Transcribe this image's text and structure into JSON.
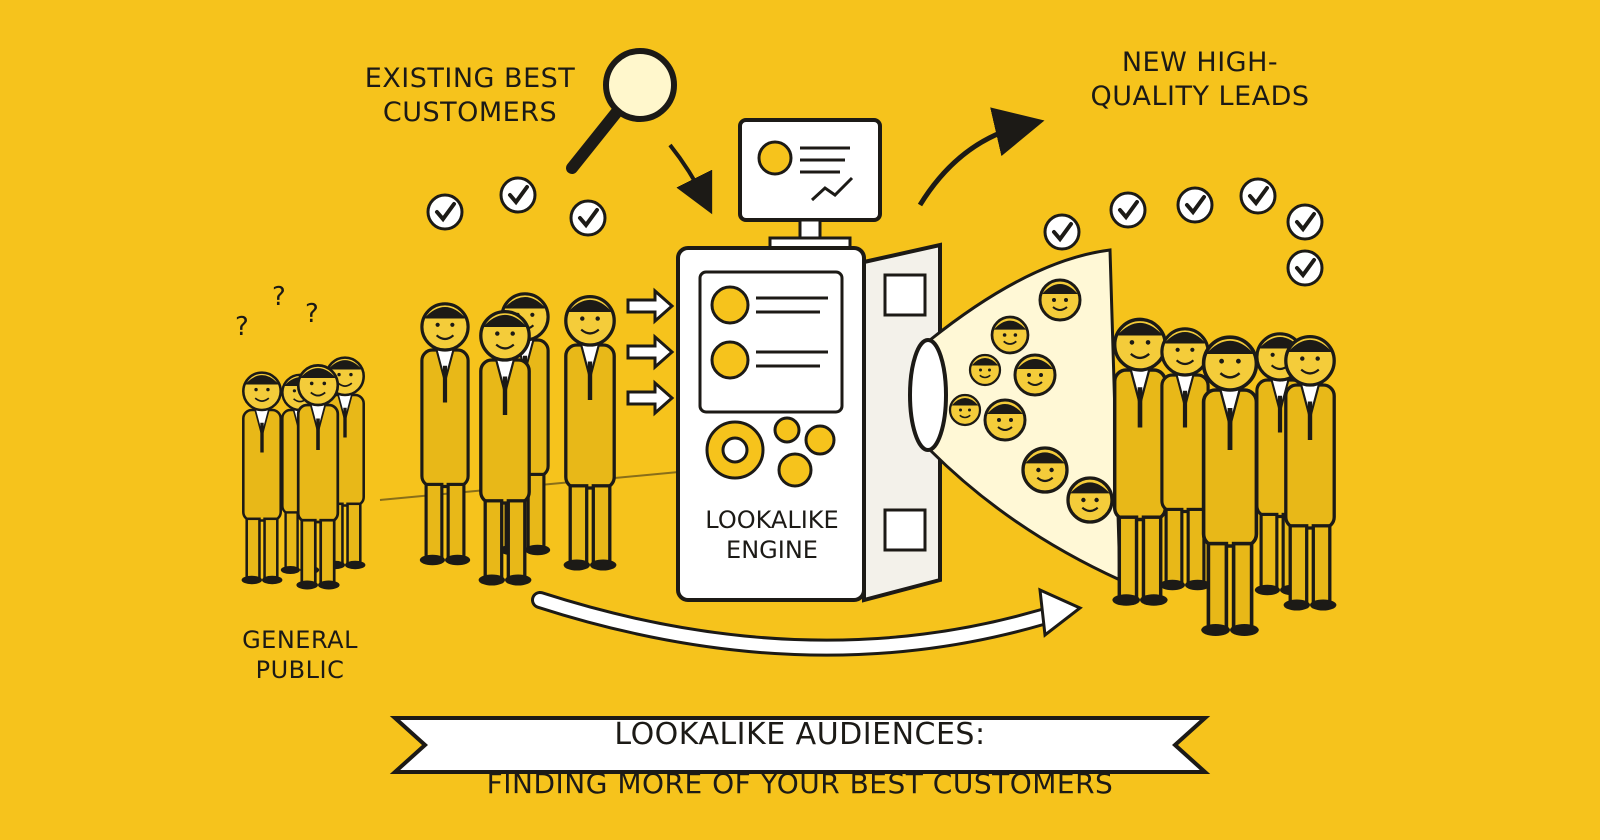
{
  "labels": {
    "existing_best_customers": "EXISTING BEST CUSTOMERS",
    "new_high_quality_leads": "NEW HIGH-QUALITY LEADS",
    "general_public": "GENERAL PUBLIC",
    "engine": "LOOKALIKE ENGINE"
  },
  "banner": {
    "title": "LOOKALIKE AUDIENCES:",
    "subtitle": "FINDING MORE OF YOUR BEST CUSTOMERS"
  },
  "colors": {
    "background": "#F6C31C",
    "ink": "#1c1a16",
    "suit": "#E8B818",
    "paper": "#FFFFFF"
  },
  "icons": [
    "magnifier-icon",
    "check-icon",
    "question-mark-icon",
    "gear-icon",
    "arrow-icon",
    "monitor-icon",
    "profile-card-icon"
  ]
}
